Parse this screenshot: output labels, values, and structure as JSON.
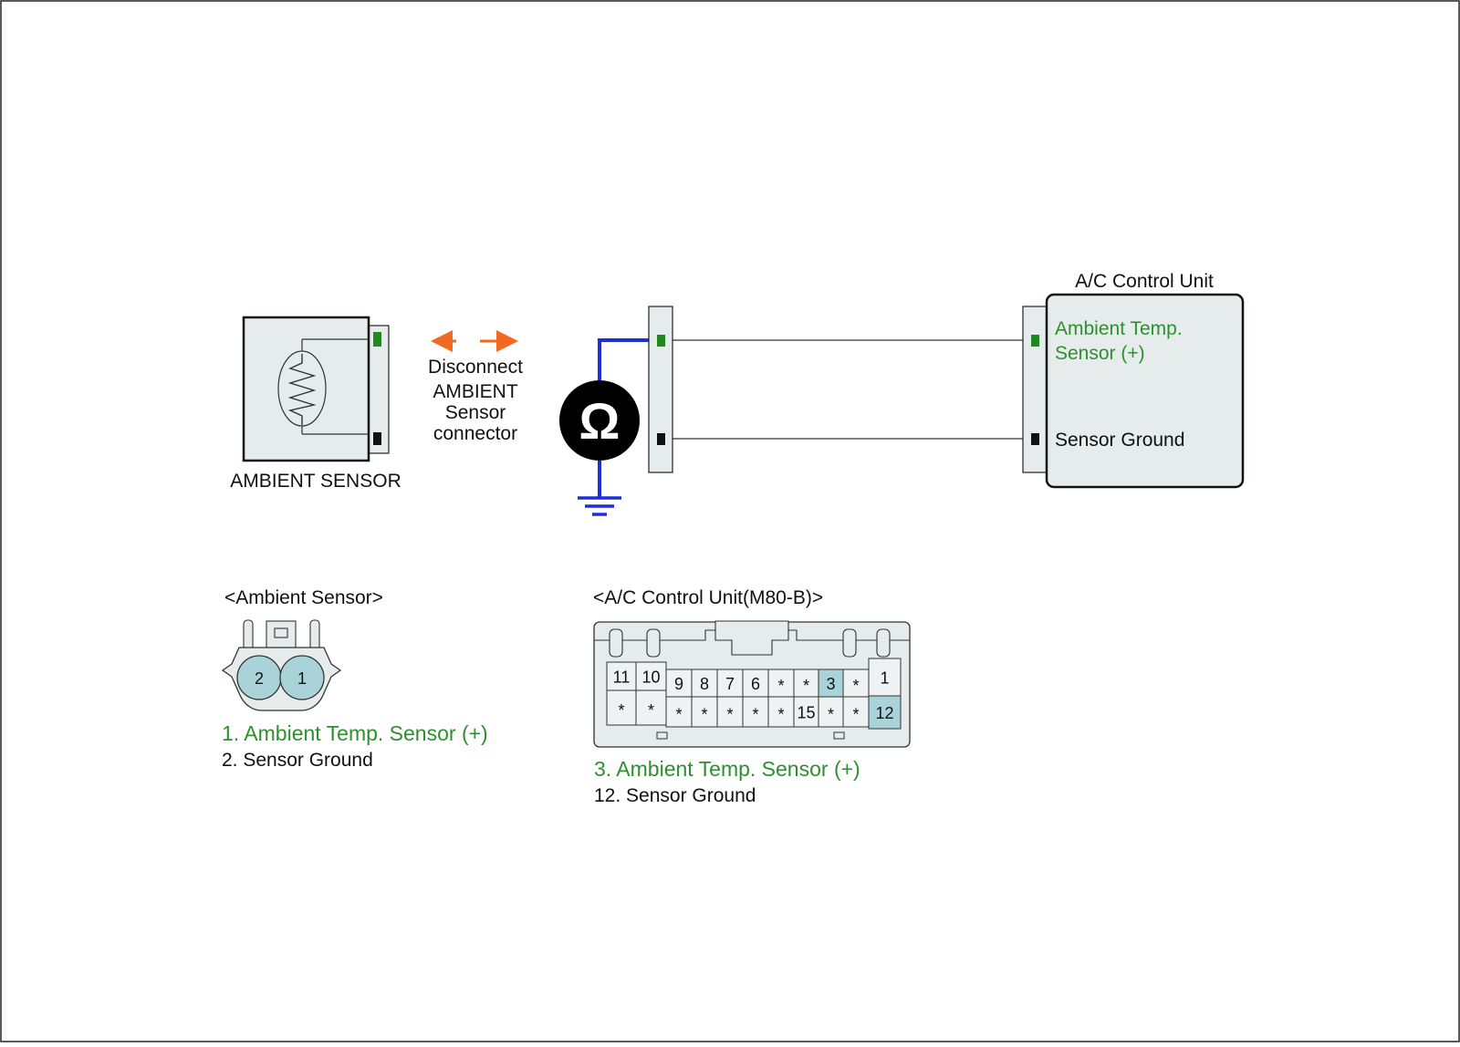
{
  "colors": {
    "body_fill": "#e6ecec",
    "outline": "#222222",
    "wire": "#333333",
    "meter_lead": "#1f2fd6",
    "arrow": "#f26a21",
    "terminal_positive": "#1e8a1e",
    "terminal_ground": "#111111",
    "pin_highlight": "#a9d3d9",
    "text_green": "#2f8f2f",
    "meter_fill": "#000000"
  },
  "icons": {
    "meter": "ohmmeter-icon",
    "ground": "ground-symbol-icon",
    "thermistor": "thermistor-icon",
    "arrow": "double-arrow-icon"
  },
  "sensor": {
    "label": "AMBIENT SENSOR"
  },
  "instruction": {
    "lines": [
      "Disconnect",
      "AMBIENT",
      "Sensor",
      "connector"
    ]
  },
  "meter": {
    "symbol": "Ω"
  },
  "control_unit": {
    "title": "A/C Control Unit",
    "pin_positive_lines": [
      "Ambient Temp.",
      "Sensor (+)"
    ],
    "pin_ground": "Sensor Ground"
  },
  "ambient_connector": {
    "title": "<Ambient Sensor>",
    "pins": [
      "2",
      "1"
    ],
    "legend": {
      "positive": "1. Ambient Temp. Sensor (+)",
      "ground": "2. Sensor Ground"
    }
  },
  "acu_connector": {
    "title": "<A/C Control Unit(M80-B)>",
    "top_row": [
      "11",
      "10",
      "9",
      "8",
      "7",
      "6",
      "*",
      "*",
      "3",
      "*",
      "1"
    ],
    "bottom_row": [
      "*",
      "*",
      "*",
      "*",
      "*",
      "*",
      "*",
      "15",
      "*",
      "*",
      "12"
    ],
    "highlighted": [
      "3",
      "12"
    ],
    "legend": {
      "positive": "3. Ambient Temp. Sensor (+)",
      "ground": "12. Sensor Ground"
    }
  }
}
